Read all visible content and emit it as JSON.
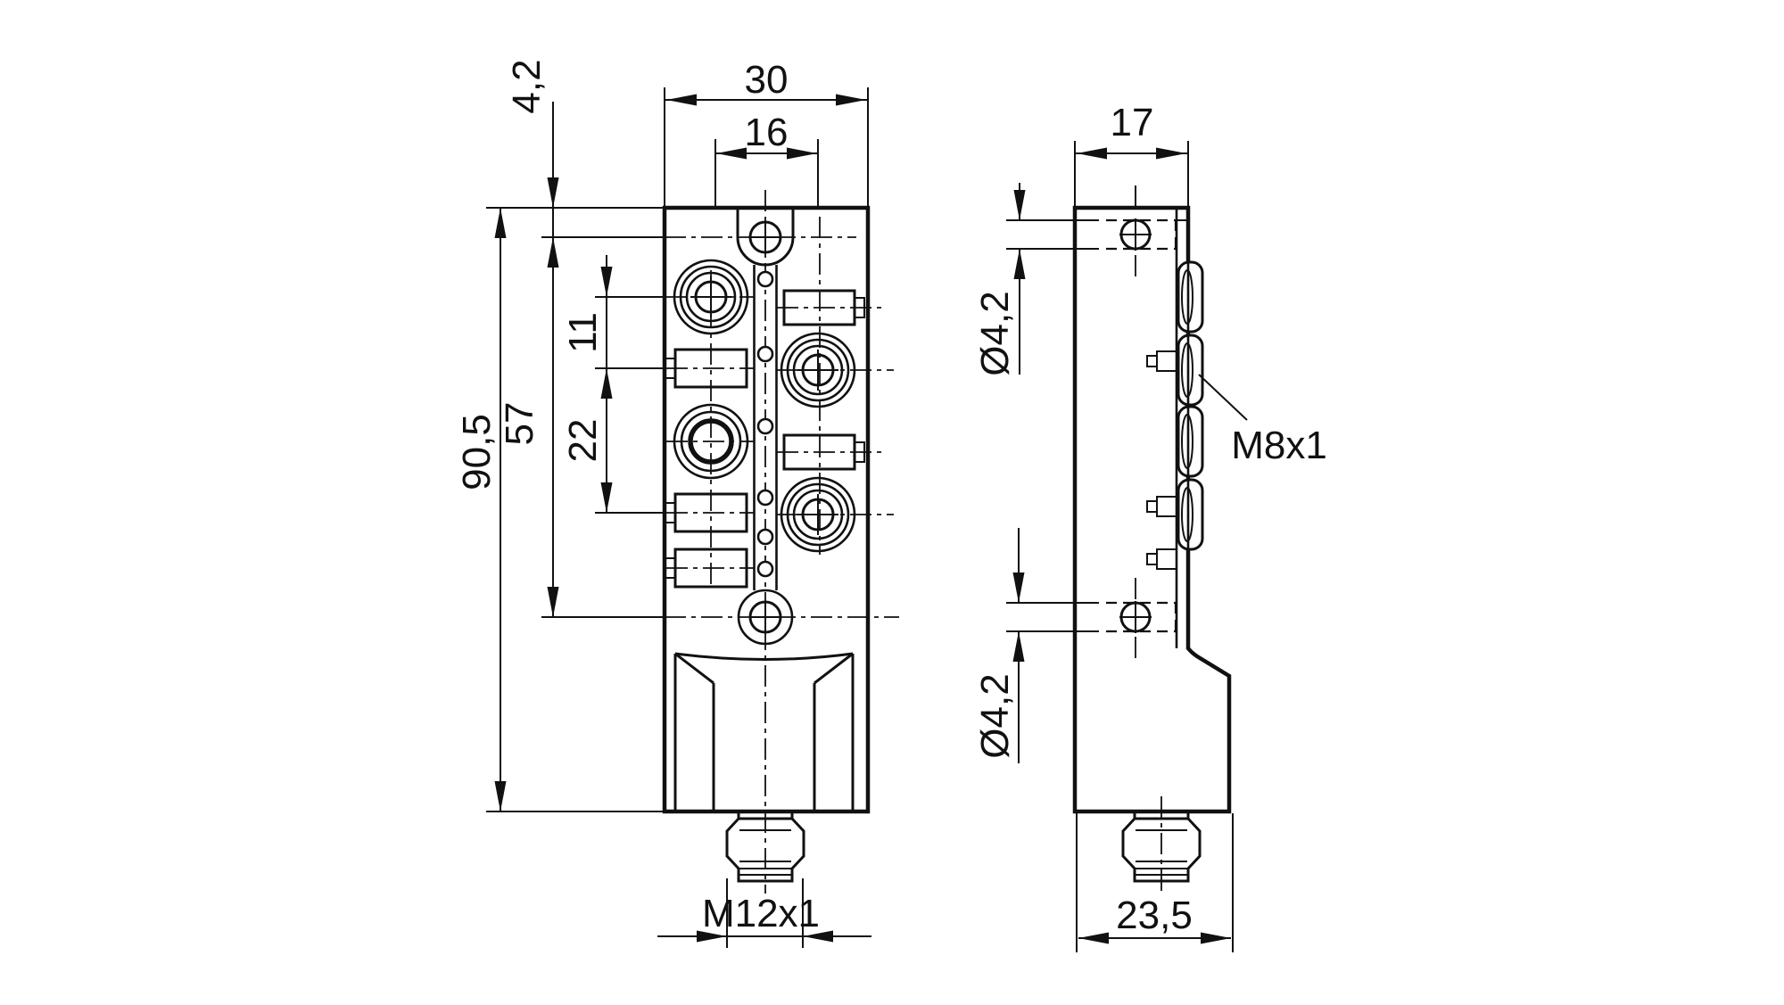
{
  "drawing": {
    "background": "#ffffff",
    "line_color": "#111111",
    "front_view": {
      "dimensions": {
        "overall_width": "30",
        "connector_columns_spacing": "16",
        "top_hole_offset": "4,2",
        "overall_height": "90,5",
        "mounting_holes_spacing": "57",
        "row_pitch_small": "11",
        "row_pitch_large": "22",
        "bottom_thread": "M12x1"
      }
    },
    "side_view": {
      "dimensions": {
        "top_depth": "17",
        "top_hole_diameter": "Ø4,2",
        "bottom_hole_diameter": "Ø4,2",
        "bottom_depth": "23,5",
        "port_thread": "M8x1"
      }
    }
  }
}
